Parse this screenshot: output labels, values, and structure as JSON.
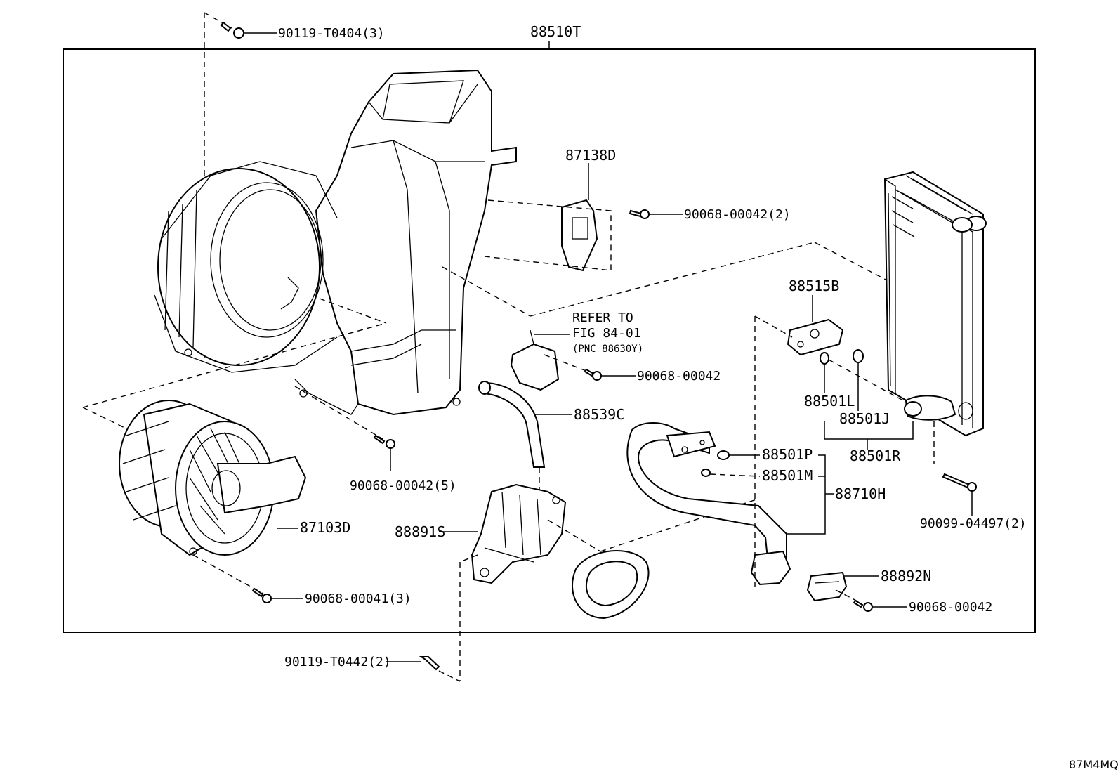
{
  "diagram": {
    "image_code": "87M4MQ",
    "assembly_label": "88510T",
    "refer_note": {
      "line1": "REFER TO",
      "line2": "FIG 84-01",
      "line3": "(PNC 88630Y)"
    },
    "callouts": {
      "c90119_T0404": "90119-T0404(3)",
      "c87138D": "87138D",
      "c90068_00042_2": "90068-00042(2)",
      "c88515B": "88515B",
      "c90068_00042_a": "90068-00042",
      "c88539C": "88539C",
      "c88501L": "88501L",
      "c88501J": "88501J",
      "c88501R": "88501R",
      "c88501P": "88501P",
      "c88501M": "88501M",
      "c88710H": "88710H",
      "c90068_00042_5": "90068-00042(5)",
      "c87103D": "87103D",
      "c88891S": "88891S",
      "c90099_04497": "90099-04497(2)",
      "c88892N": "88892N",
      "c90068_00041": "90068-00041(3)",
      "c90068_00042_b": "90068-00042",
      "c90119_T0442": "90119-T0442(2)"
    }
  }
}
